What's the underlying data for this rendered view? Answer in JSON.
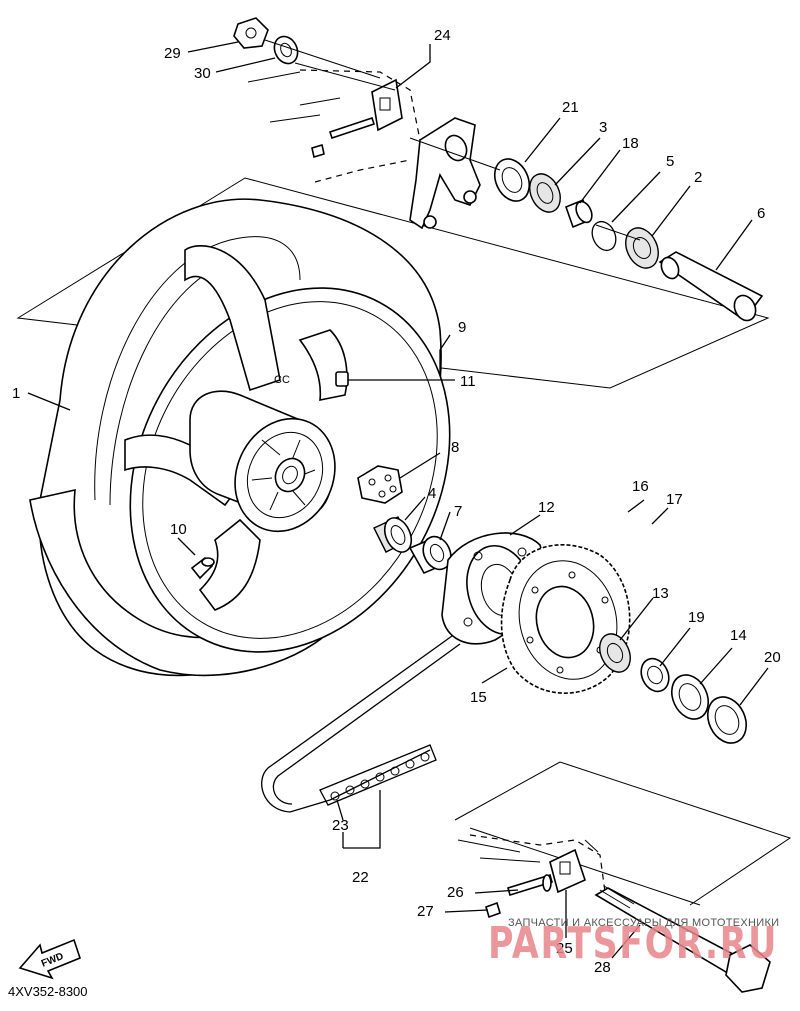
{
  "diagram": {
    "code": "4XV352-8300",
    "fwd_label": "FWD",
    "watermark": {
      "line1": "ЗАПЧАСТИ И АКСЕССУАРЫ ДЛЯ МОТОТЕХНИКИ",
      "line2": "PARTSFOR.RU"
    },
    "callouts": {
      "c1": "1",
      "c2": "2",
      "c3": "3",
      "c4": "4",
      "c5": "5",
      "c6": "6",
      "c7": "7",
      "c8": "8",
      "c9": "9",
      "c10": "10",
      "c11": "11",
      "c12": "12",
      "c13": "13",
      "c14": "14",
      "c15": "15",
      "c16": "16",
      "c17": "17",
      "c18": "18",
      "c19": "19",
      "c20": "20",
      "c21": "21",
      "c22": "22",
      "c23": "23",
      "c24": "24",
      "c25": "25",
      "c26": "26",
      "c27": "27",
      "c28": "28",
      "c29": "29",
      "c30": "30"
    }
  },
  "colors": {
    "line": "#000000",
    "watermark": "#e8848a",
    "background": "#ffffff"
  }
}
